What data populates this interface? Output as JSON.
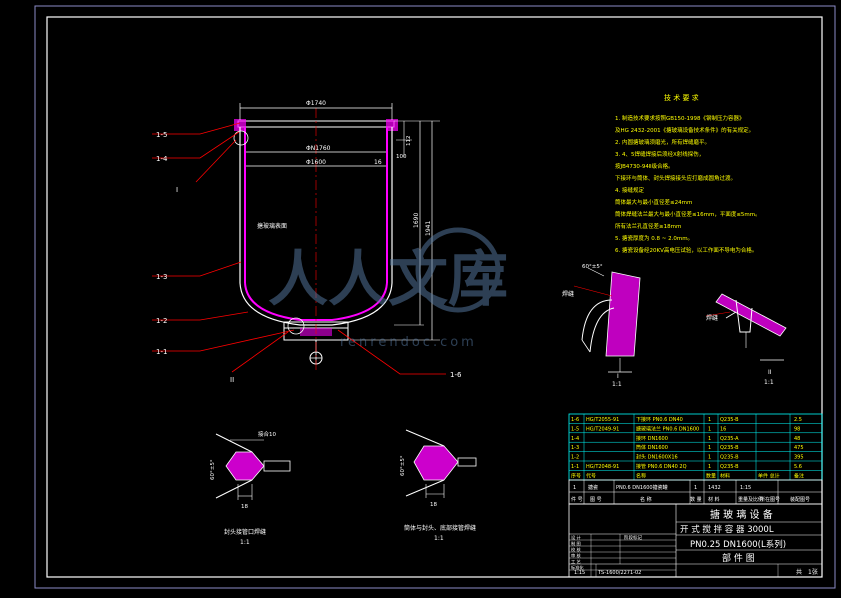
{
  "drawing": {
    "part_callouts": [
      "1-5",
      "1-4",
      "1-3",
      "1-2",
      "1-1",
      "1-6"
    ],
    "view_refs": {
      "detail_i": "I",
      "detail_ii": "II"
    },
    "dims": {
      "top_dia": "Φ1740",
      "mid_dia": "ΦN1760",
      "inner_dia": "Φ1600",
      "wall": "16",
      "height_a": "1690",
      "height_b": "1941",
      "small_a": "100",
      "small_b": "112"
    },
    "inner_note": "搪玻璃表面"
  },
  "tech_req": {
    "title": "技 术 要 求",
    "items": [
      "1. 制造技术要求按照GB150-1998《钢制压力容器》",
      "   及HG 2432-2001《搪玻璃设备技术条件》的有关规定。",
      "2. 内圆搪玻璃须磨光，所有焊缝磨平。",
      "3. 4、5焊缝焊接后须经X射线探伤，",
      "   按JB4730-94Ⅱ级合格。",
      "   下接环与筒体、封头焊接接头应打磨成圆角过渡。",
      "4. 接缝规定",
      "   筒体最大与最小直径差≤24mm",
      "   筒体焊缝法兰最大与最小直径差≤16mm，平面度≤5mm。",
      "   所有法兰孔直径差≥18mm",
      "5. 搪瓷厚度为 0.8 ~ 2.0mm。",
      "6. 搪瓷设备经20KV高电压试验，以工作面不导电为合格。"
    ]
  },
  "details": {
    "i": {
      "label": "I",
      "scale": "1:1",
      "weld": "焊缝",
      "angle": "60°±5°"
    },
    "ii": {
      "label": "II",
      "scale": "1:1",
      "weld": "焊缝"
    },
    "d3": {
      "title": "封头接管口焊缝",
      "scale": "1:1",
      "dim": "18",
      "angle": "60°±5°",
      "note": "接合10"
    },
    "d4": {
      "title": "筒体与封头、底部接管焊缝",
      "scale": "1:1",
      "dim": "18",
      "angle": "60°±5°"
    }
  },
  "bom": {
    "rows": [
      [
        "1-6",
        "HG/T2055-91",
        "下接环 PN0.6 DN40",
        "1",
        "Q235-B",
        "",
        "2.5"
      ],
      [
        "1-5",
        "HG/T2049-91",
        "搪玻璃法兰 PN0.6 DN1600",
        "1",
        "16",
        "",
        "98"
      ],
      [
        "1-4",
        "",
        "接环 DN1600",
        "1",
        "Q235-A",
        "",
        "48"
      ],
      [
        "1-3",
        "",
        "筒体 DN1600",
        "1",
        "Q235-B",
        "",
        "475"
      ],
      [
        "1-2",
        "",
        "封头 DN1600X16",
        "1",
        "Q235-B",
        "",
        "395"
      ],
      [
        "1-1",
        "HG/T2048-91",
        "接管 PN0.6 DN40 2Q",
        "1",
        "Q235-B",
        "",
        "5.6"
      ],
      [
        "序号",
        "代号",
        "名称",
        "数量",
        "材料",
        "单件 总计",
        "备注"
      ]
    ],
    "summary": [
      "1",
      "搪瓷",
      "PN0.6 DN1600搪瓷罐",
      "1",
      "1432",
      "1:15",
      ""
    ],
    "header": [
      "件 号",
      "图 号",
      "名 称",
      "数 量",
      "材 料",
      "重量及比例",
      "所在图号",
      "装配图号"
    ]
  },
  "title_block": {
    "company": "搪 玻 璃 设 备",
    "product": "开 式 搅 拌 容 器 3000L",
    "spec": "PN0.25 DN1600(L系列)",
    "part": "部 件 图",
    "scale": "1:15",
    "drawing_no": "TS-1600/2271-02",
    "sheet_label": "共",
    "sheet_no": "1张",
    "left_labels": [
      "设 计",
      "制 图",
      "校 核",
      "审 核",
      "工 艺",
      "标准化",
      "批 准"
    ],
    "stage": "阶段标记"
  },
  "watermark": {
    "cn": "人人文库",
    "en": "renrendoc.com"
  },
  "colors": {
    "line": "#ffffff",
    "hatch": "#ff00ff",
    "dim": "#00ffff",
    "leader": "#ff0000",
    "text": "#ffff00",
    "border": "#9999cc"
  }
}
